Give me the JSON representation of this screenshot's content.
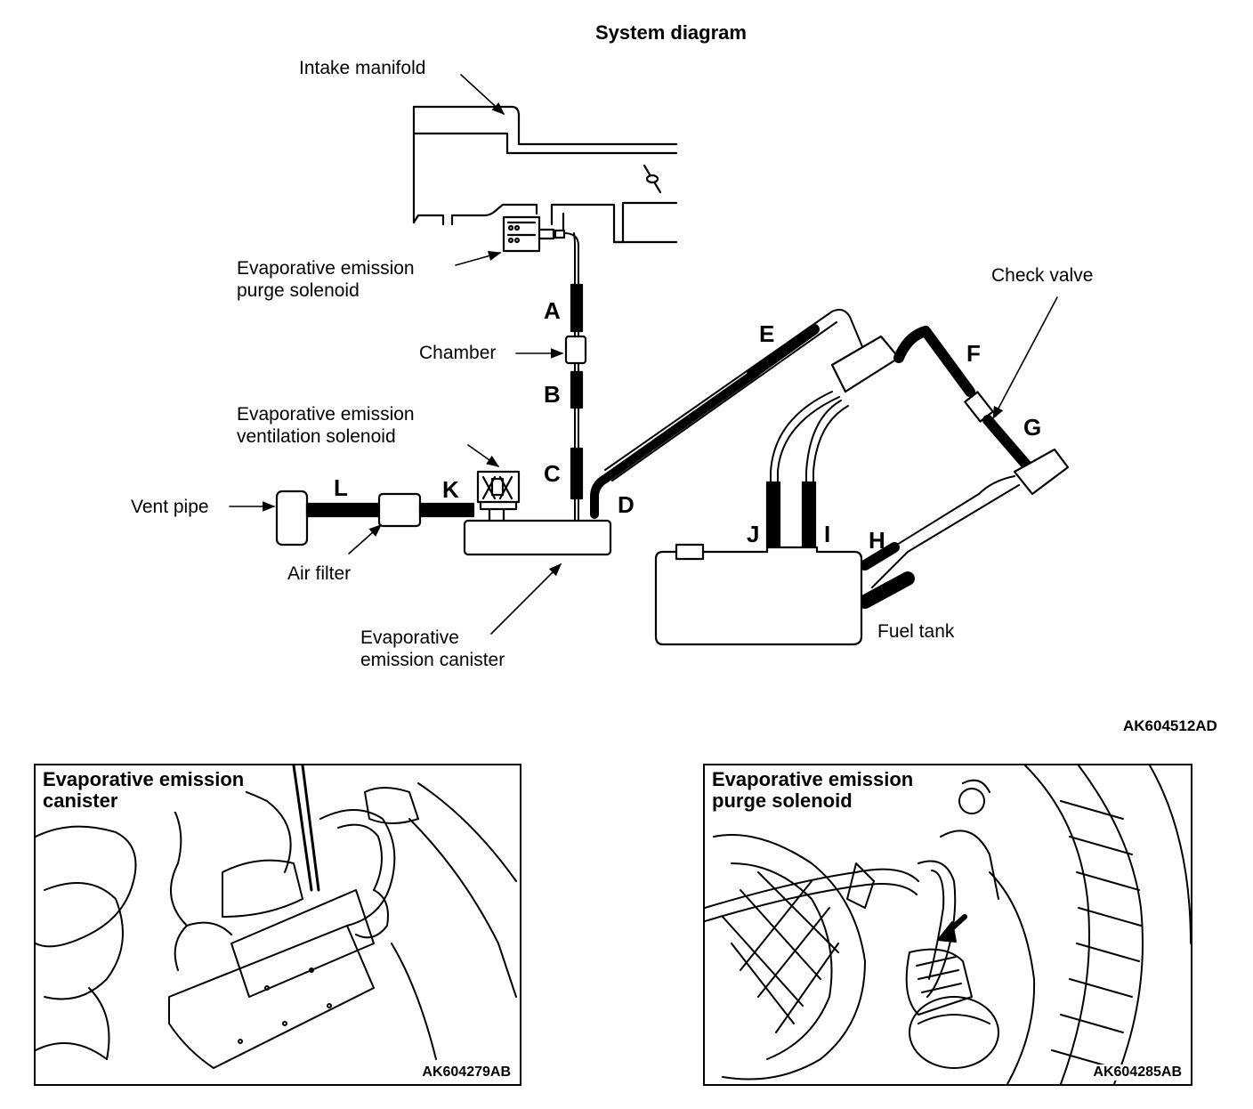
{
  "title": "System diagram",
  "callouts": {
    "intake_manifold": "Intake manifold",
    "purge_solenoid_line1": "Evaporative emission",
    "purge_solenoid_line2": "purge solenoid",
    "chamber": "Chamber",
    "ventilation_solenoid_line1": "Evaporative emission",
    "ventilation_solenoid_line2": "ventilation solenoid",
    "vent_pipe": "Vent pipe",
    "air_filter": "Air filter",
    "canister_line1": "Evaporative",
    "canister_line2": "emission canister",
    "check_valve": "Check valve",
    "fuel_tank": "Fuel tank"
  },
  "hose_letters": {
    "A": "A",
    "B": "B",
    "C": "C",
    "D": "D",
    "E": "E",
    "F": "F",
    "G": "G",
    "H": "H",
    "I": "I",
    "J": "J",
    "K": "K",
    "L": "L"
  },
  "figure_code": "AK604512",
  "figure_code_suffix": "AD",
  "photos": [
    {
      "caption_line1": "Evaporative emission",
      "caption_line2": "canister",
      "code": "AK604279AB"
    },
    {
      "caption_line1": "Evaporative emission",
      "caption_line2": "purge solenoid",
      "code": "AK604285AB"
    }
  ]
}
